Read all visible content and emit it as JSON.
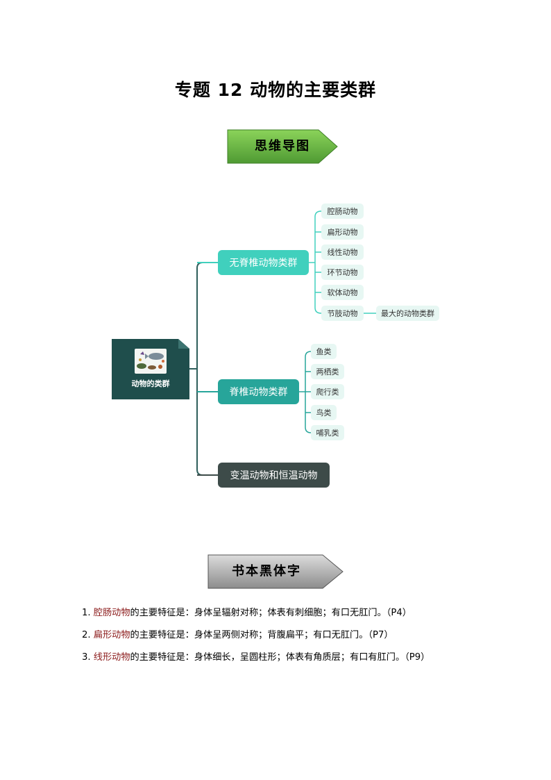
{
  "title": "专题 12  动物的主要类群",
  "banners": {
    "mindmap": "思维导图",
    "textbook": "书本黑体字"
  },
  "mindmap": {
    "root": "动物的类群",
    "branches": [
      {
        "label": "无脊椎动物类群",
        "children": [
          "腔肠动物",
          "扁形动物",
          "线性动物",
          "环节动物",
          "软体动物",
          "节肢动物"
        ],
        "note": "最大的动物类群"
      },
      {
        "label": "脊椎动物类群",
        "children": [
          "鱼类",
          "两栖类",
          "爬行类",
          "鸟类",
          "哺乳类"
        ]
      },
      {
        "label": "变温动物和恒温动物",
        "children": []
      }
    ]
  },
  "notes": [
    {
      "num": "1.",
      "term": "腔肠动物",
      "text": "的主要特征是：身体呈辐射对称；体表有刺细胞；有口无肛门。（P4）"
    },
    {
      "num": "2.",
      "term": "扁形动物",
      "text": "的主要特征是：身体呈两侧对称；背腹扁平；有口无肛门。（P7）"
    },
    {
      "num": "3.",
      "term": "线形动物",
      "text": "的主要特征是：身体细长，呈圆柱形；体表有角质层；有口有肛门。（P9）"
    }
  ],
  "colors": {
    "root": "#1f4e4c",
    "branch1": "#40d0bd",
    "branch2": "#27a59a",
    "branch3": "#3d4b49",
    "green_banner": "#5aa63a",
    "grey_banner": "#9a9a9a",
    "term": "#8b1a1a"
  }
}
